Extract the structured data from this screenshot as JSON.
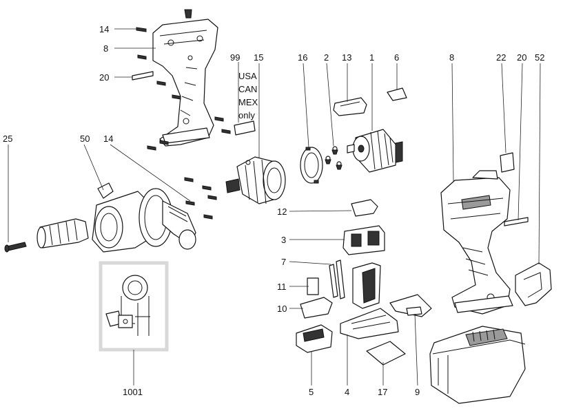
{
  "callouts": [
    "14",
    "8",
    "20",
    "99",
    "15",
    "16",
    "2",
    "13",
    "1",
    "6",
    "8",
    "22",
    "20",
    "52",
    "25",
    "50",
    "14",
    "12",
    "3",
    "7",
    "11",
    "10",
    "5",
    "4",
    "17",
    "9",
    "1001"
  ],
  "market_note": [
    "USA",
    "CAN",
    "MEX",
    "only"
  ]
}
